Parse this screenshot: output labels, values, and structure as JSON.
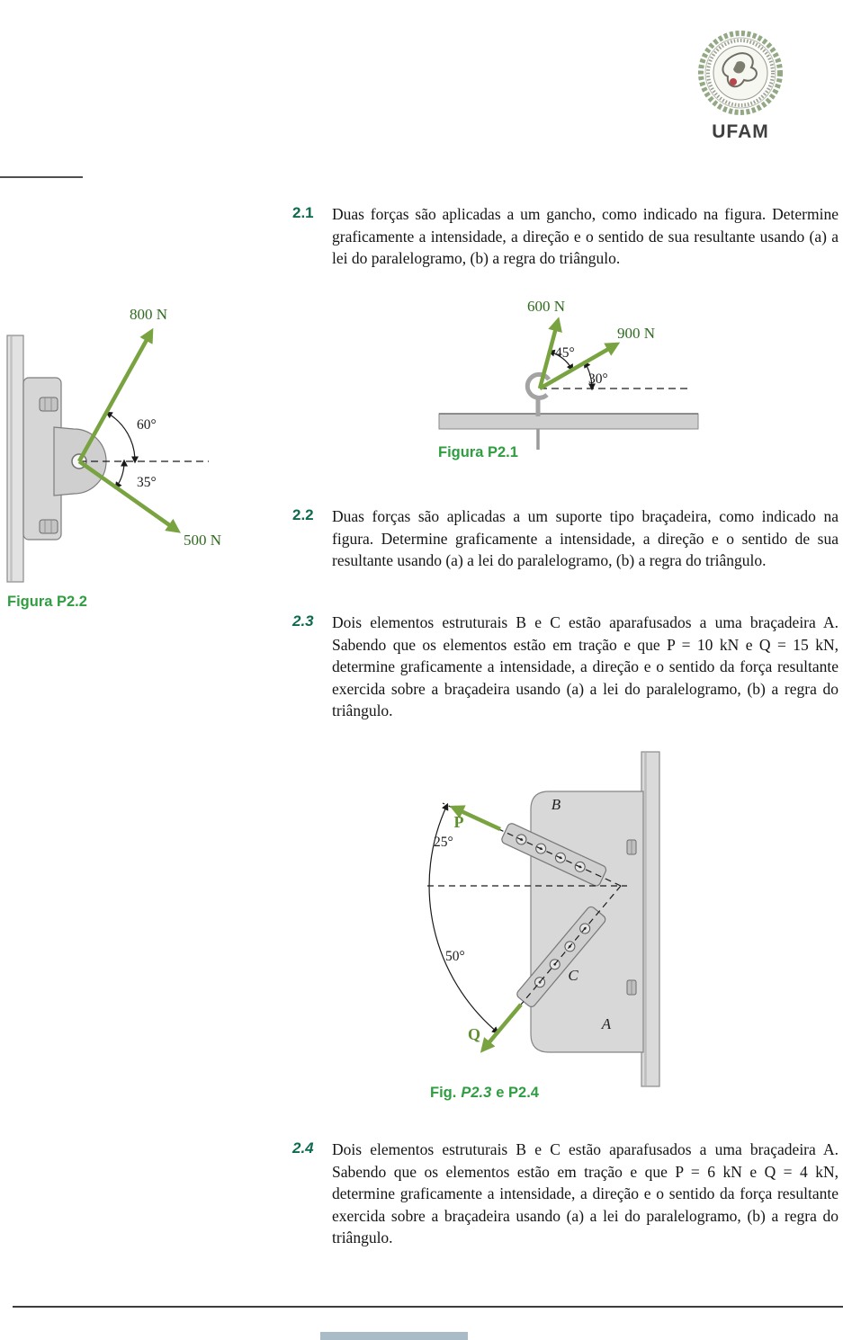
{
  "logo": {
    "label": "UFAM"
  },
  "problems": {
    "p21": {
      "number": "2.1",
      "text": "Duas forças são aplicadas a um gancho, como indicado na figura. Determine graficamente a intensidade, a direção e o sentido de sua resultante usando (a) a lei do paralelogramo, (b) a regra do triângulo."
    },
    "p22": {
      "number": "2.2",
      "text": "Duas forças são aplicadas a um suporte tipo braçadeira, como indicado na figura. Determine graficamente a intensidade, a direção e o sentido de sua resultante usando (a) a lei do paralelogramo, (b) a regra do triângulo."
    },
    "p23": {
      "number": "2.3",
      "text": "Dois elementos estruturais B e C estão aparafusados a uma braçadeira A. Sabendo que os elementos estão em tração e que P = 10 kN e Q = 15 kN, determine graficamente a intensidade, a direção e o sentido da força resultante exercida sobre a braçadeira usando (a) a lei do paralelogramo, (b) a regra do triângulo."
    },
    "p24": {
      "number": "2.4",
      "text": "Dois elementos estruturais B e C estão aparafusados a uma braçadeira A. Sabendo que os elementos estão em tração e que P = 6 kN e Q = 4 kN, determine graficamente a intensidade, a direção e o sentido da força resultante exercida sobre a braçadeira usando (a) a lei do paralelogramo, (b) a regra do triângulo."
    }
  },
  "figures": {
    "p21": {
      "caption": "Figura P2.1",
      "force_up": "600 N",
      "force_right": "900 N",
      "angle_between": "45°",
      "angle_base": "30°"
    },
    "p22": {
      "caption": "Figura P2.2",
      "force_up": "800 N",
      "force_down": "500 N",
      "angle_up": "60°",
      "angle_down": "35°"
    },
    "p234": {
      "caption_fig": "Fig.",
      "caption_num": "P2.3",
      "caption_rest": "e P2.4",
      "label_p": "P",
      "label_q": "Q",
      "label_a": "A",
      "label_b": "B",
      "label_c": "C",
      "angle_p": "25°",
      "angle_q": "50°"
    }
  },
  "colors": {
    "caption_green": "#2f9e41",
    "arrow_green": "#79a340",
    "force_label_green": "#2f6b1f",
    "problem_number_green": "#0e6b4f"
  }
}
